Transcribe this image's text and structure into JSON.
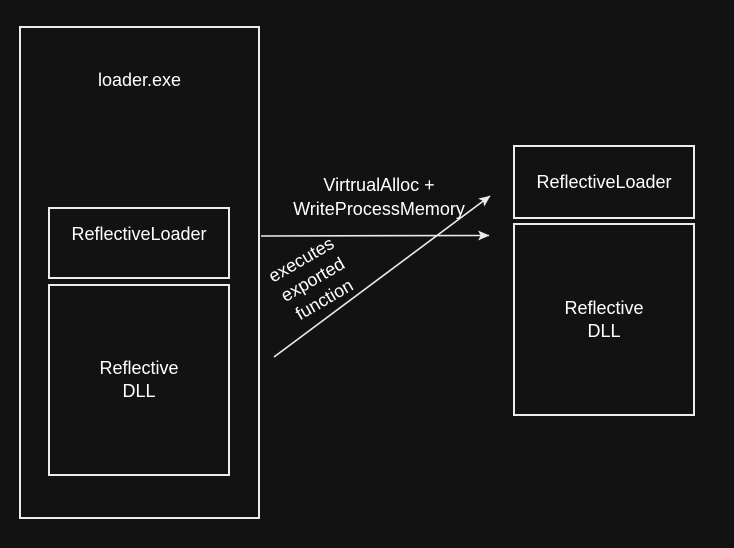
{
  "colors": {
    "background": "#121212",
    "stroke": "#ececec",
    "text": "#ffffff"
  },
  "source_process": {
    "name": "loader.exe",
    "sections": [
      {
        "label": "ReflectiveLoader"
      },
      {
        "label": "Reflective\nDLL"
      }
    ]
  },
  "target_process": {
    "sections": [
      {
        "label": "ReflectiveLoader"
      },
      {
        "label": "Reflective\nDLL"
      }
    ]
  },
  "arrows": [
    {
      "label": "VirtrualAlloc +\nWriteProcessMemory"
    },
    {
      "label": "executes\nexported\nfunction"
    }
  ]
}
